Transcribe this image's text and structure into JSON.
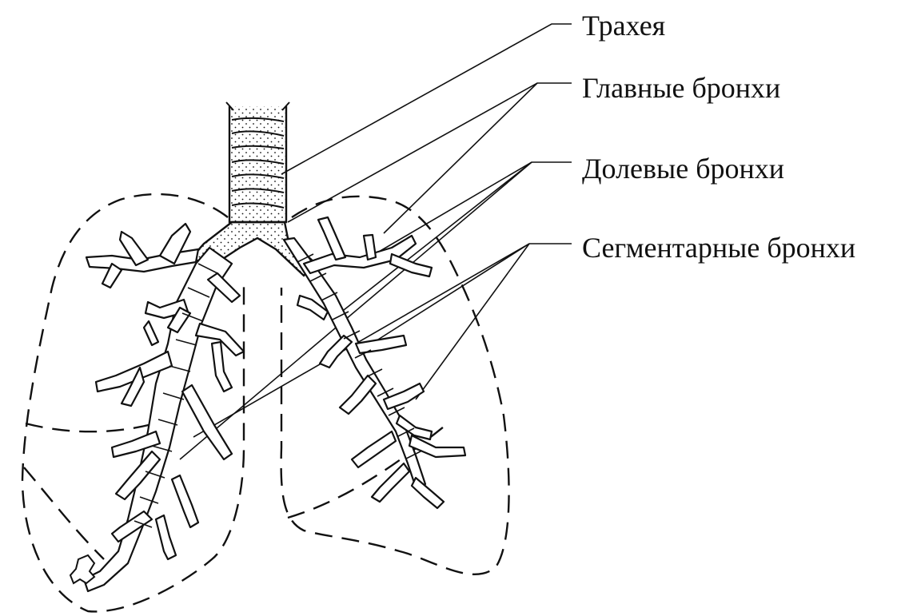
{
  "labels": {
    "trachea": "Трахея",
    "main_bronchi": "Главные бронхи",
    "lobar_bronchi": "Долевые бронхи",
    "segmental_bronchi": "Сегментарные бронхи"
  },
  "colors": {
    "ink": "#111111",
    "background": "#ffffff"
  }
}
